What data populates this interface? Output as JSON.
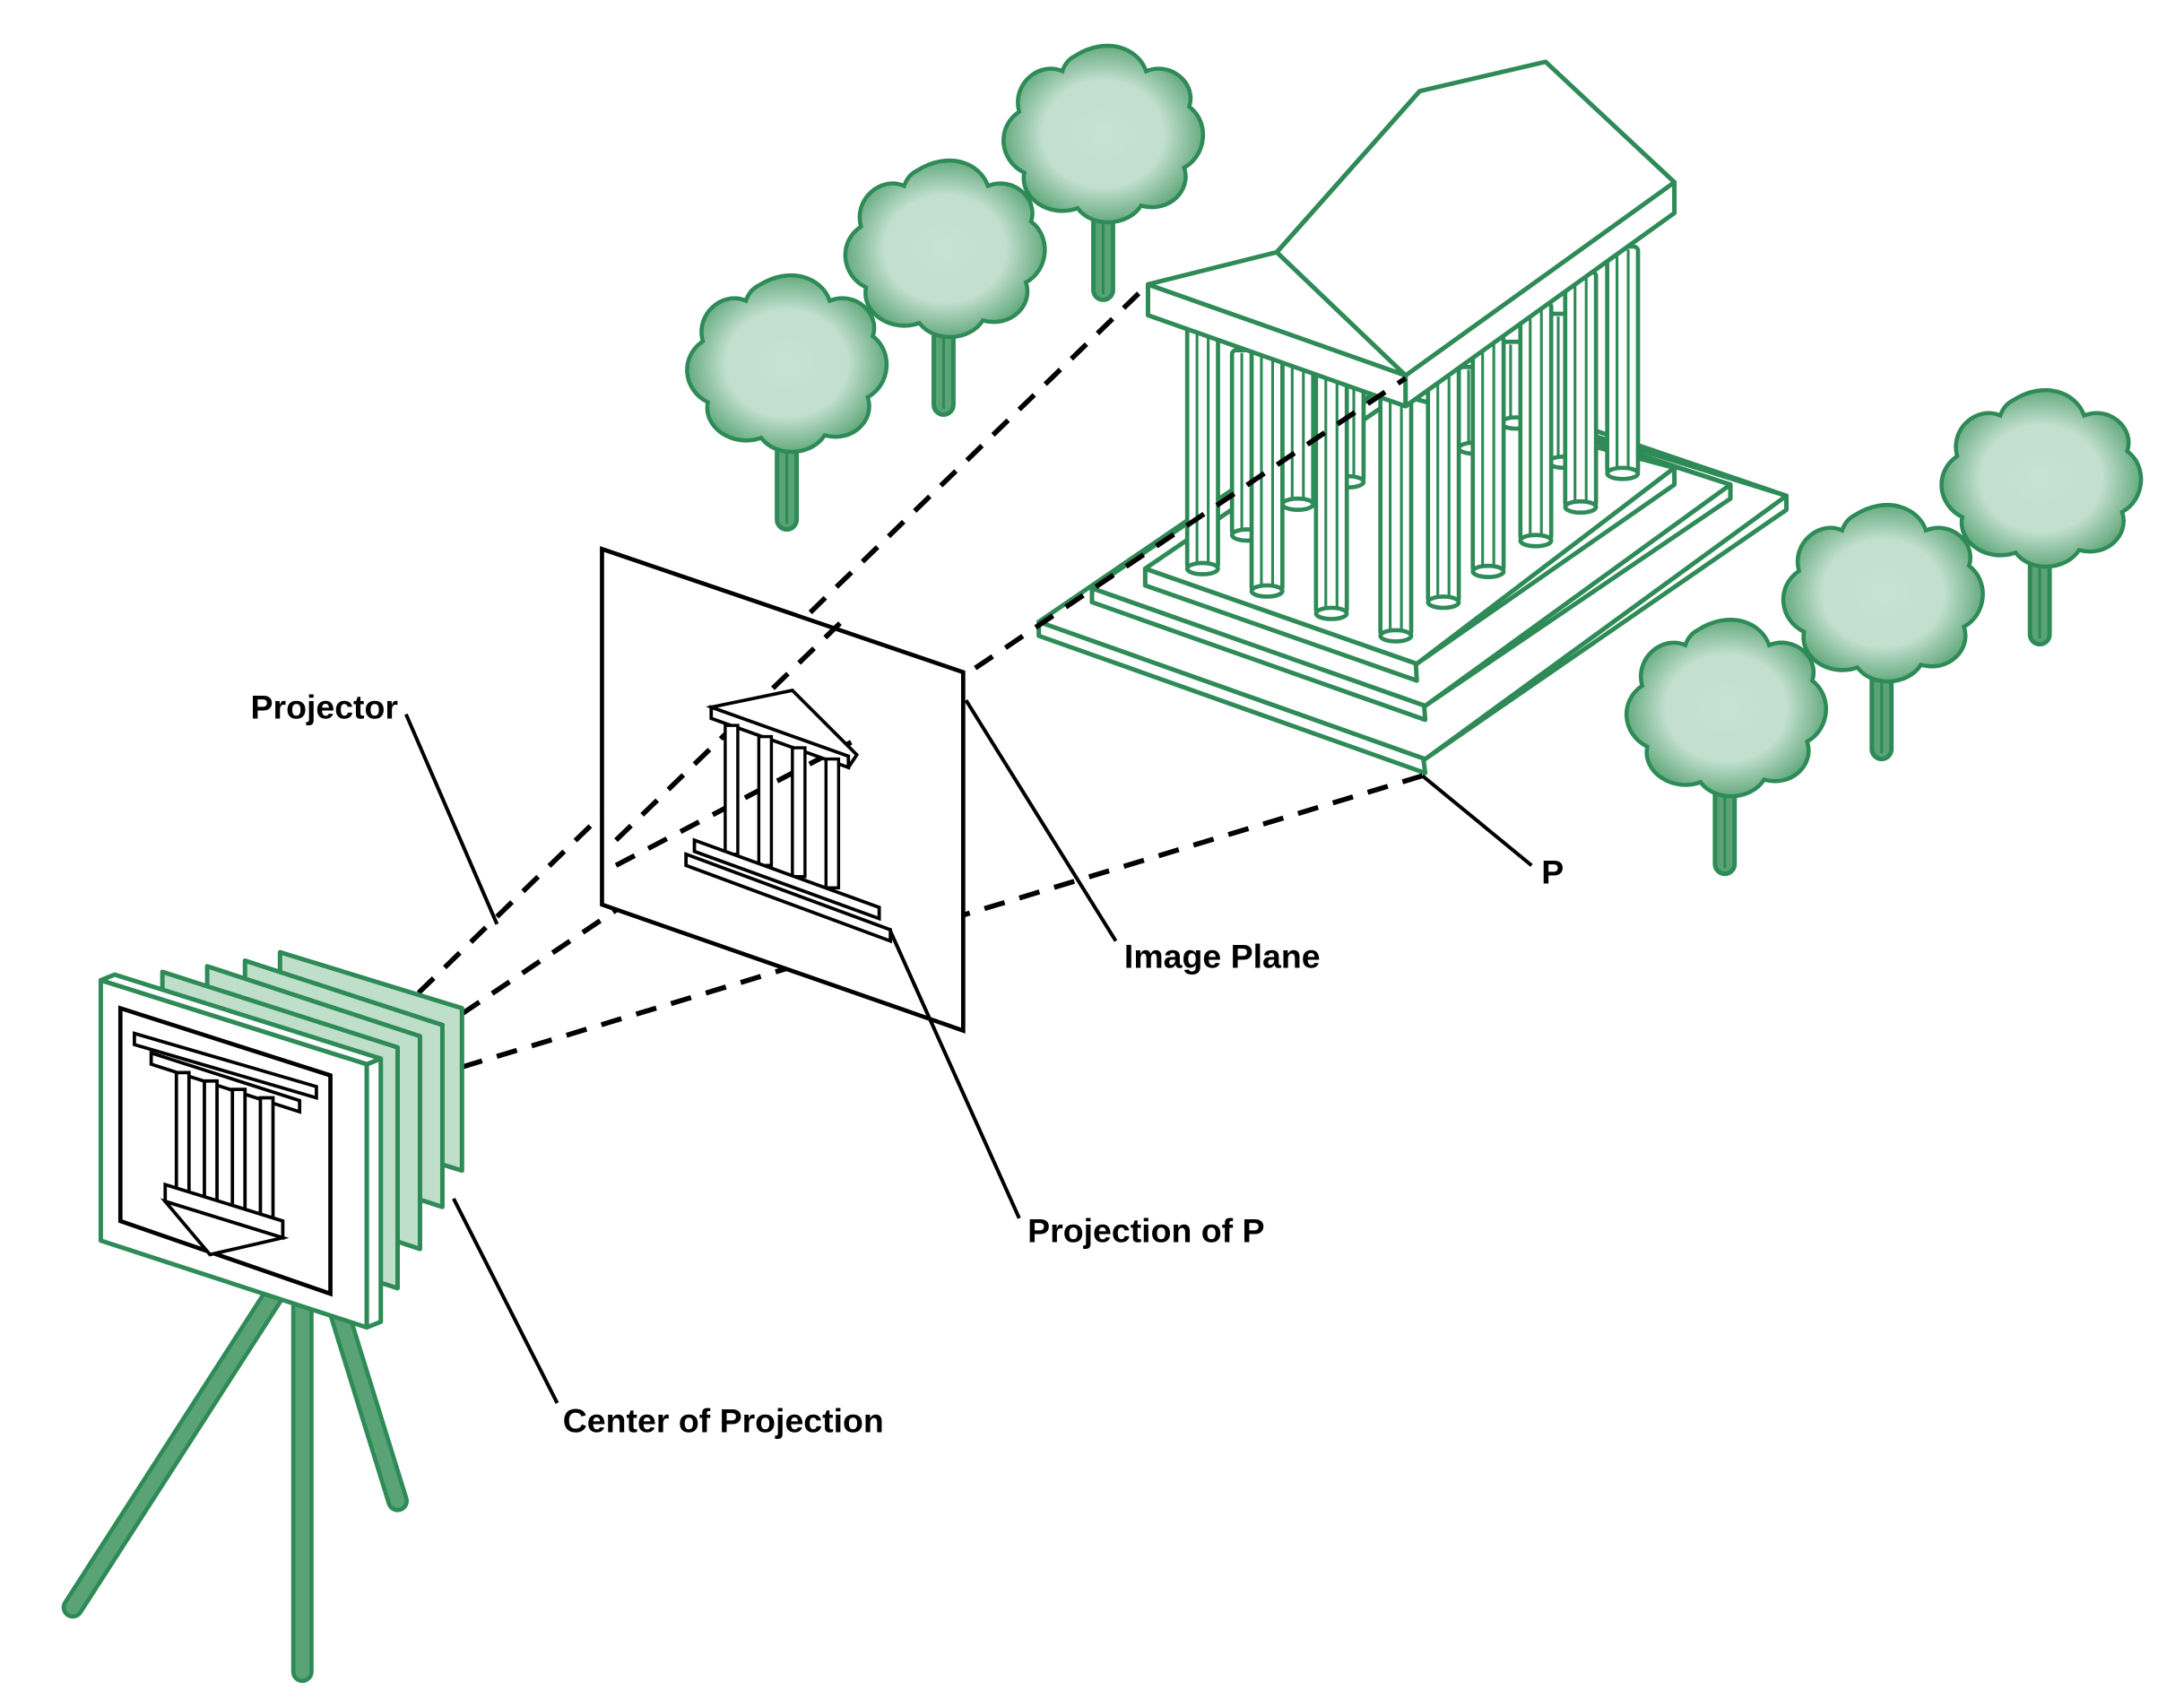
{
  "colors": {
    "stroke": "#2e8b57",
    "foliage": "#c3e0cf",
    "foliage_edge": "#4aa36c",
    "leg": "#5aa376",
    "plate": "#bfdfcb"
  },
  "labels": {
    "projector": "Projector",
    "image_plane": "Image Plane",
    "p": "P",
    "projection_of_p": "Projection of P",
    "center_of_projection": "Center of Projection"
  }
}
